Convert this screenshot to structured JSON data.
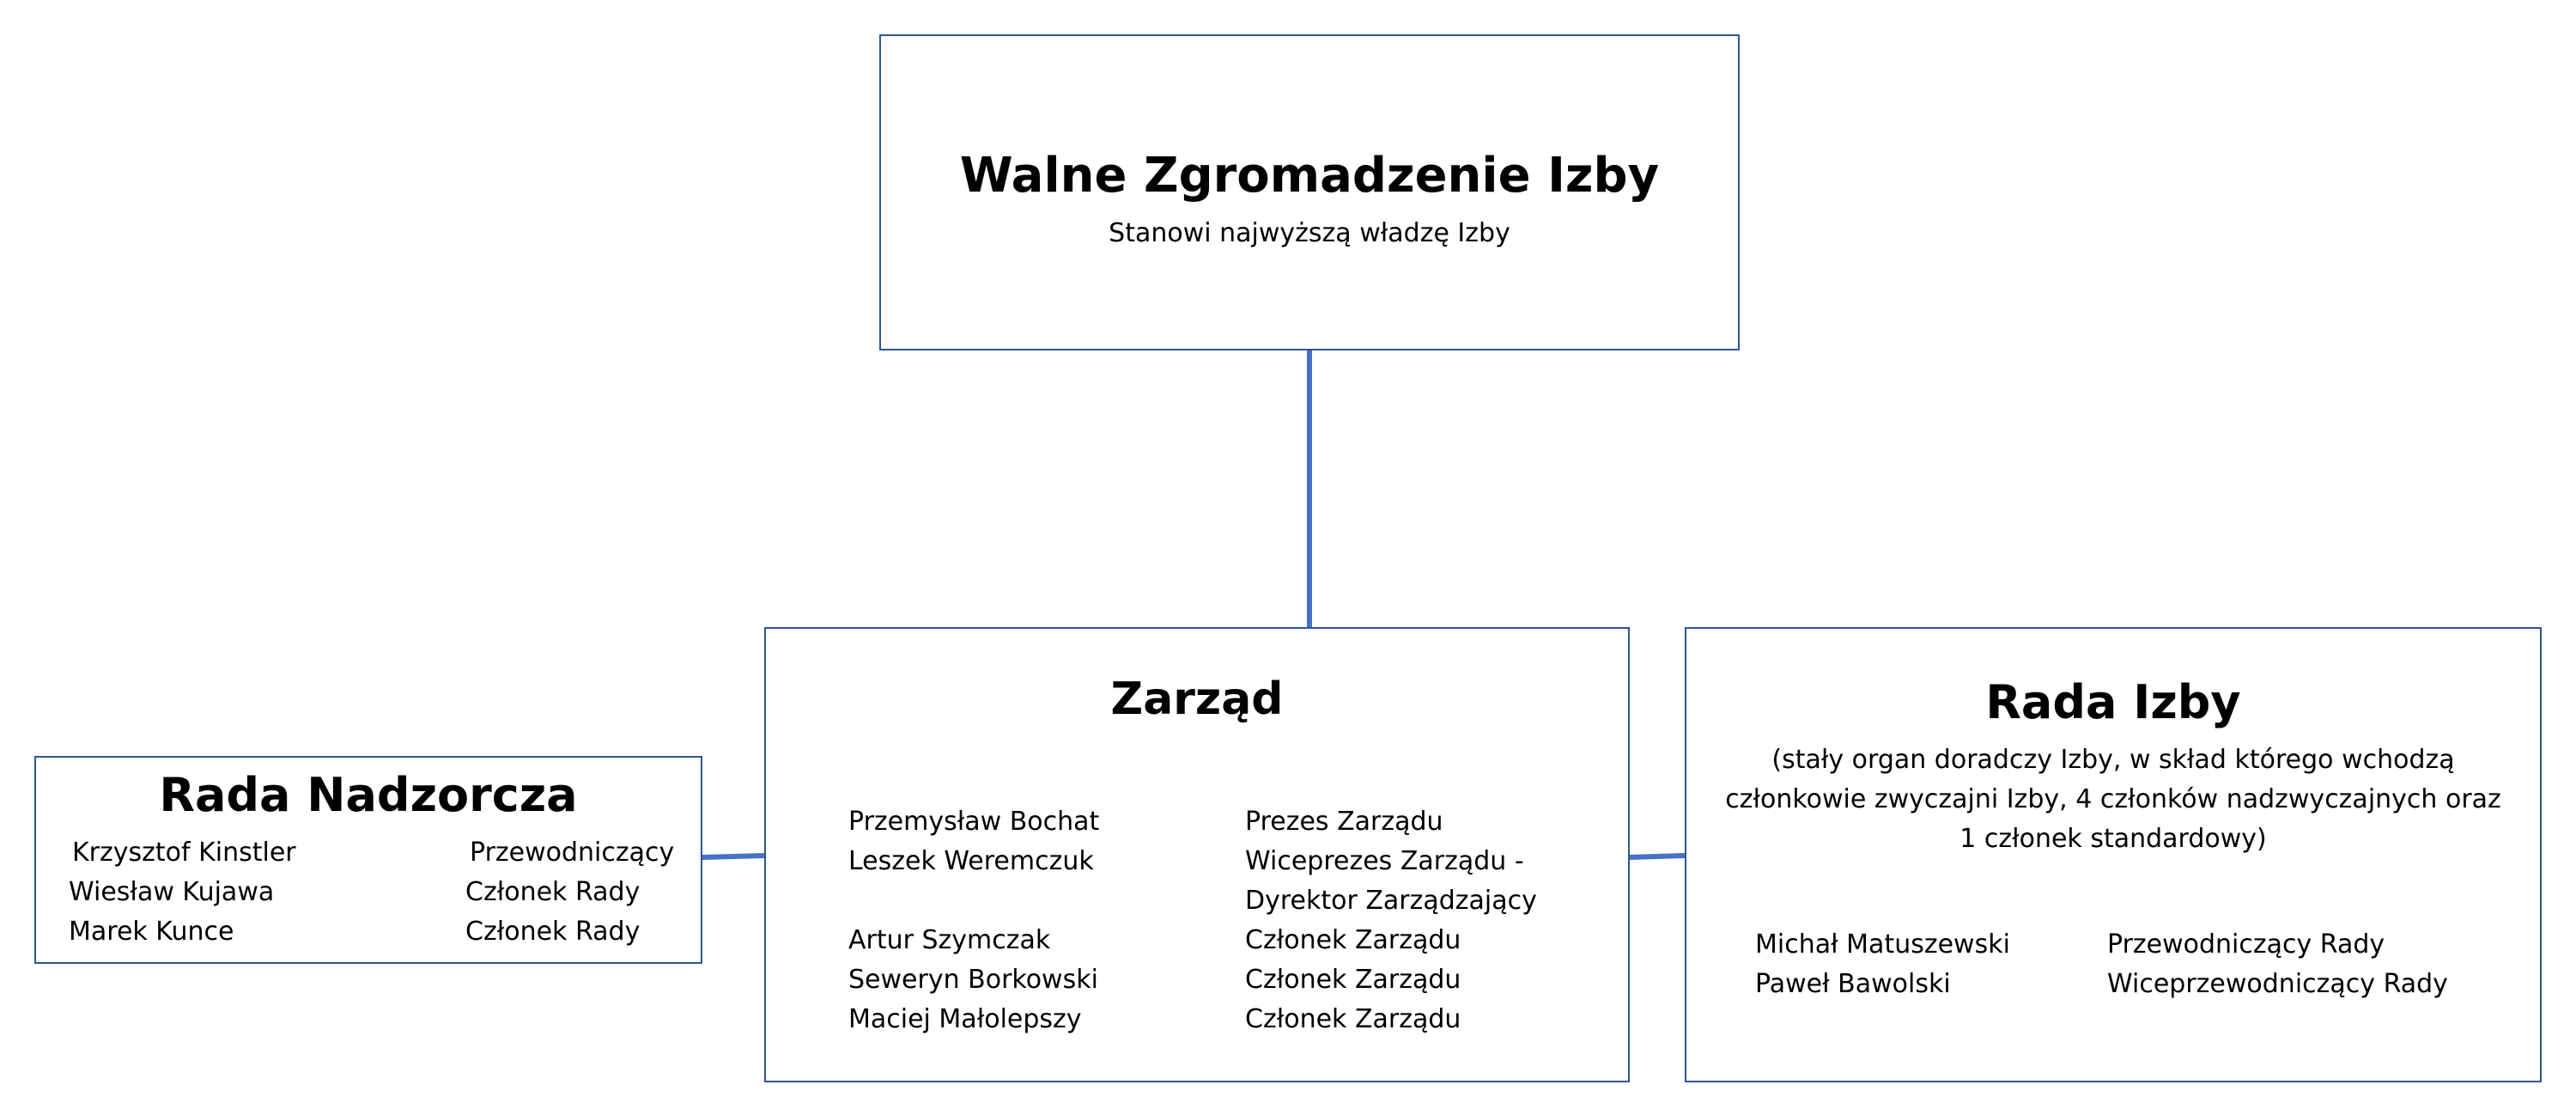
{
  "colors": {
    "border": "#2f5597",
    "connector": "#4472c4",
    "background": "#ffffff",
    "text": "#000000"
  },
  "walne_zgromadzenie": {
    "title": "Walne Zgromadzenie Izby",
    "subtitle": "Stanowi najwyższą władzę Izby"
  },
  "zarzad": {
    "title": "Zarząd",
    "members": [
      {
        "name": "Przemysław Bochat",
        "role": "Prezes Zarządu"
      },
      {
        "name": "Leszek Weremczuk",
        "role": "Wiceprezes Zarządu -"
      },
      {
        "name": "",
        "role": "Dyrektor Zarządzający"
      },
      {
        "name": "Artur  Szymczak",
        "role": "Członek Zarządu"
      },
      {
        "name": "Seweryn  Borkowski",
        "role": "Członek Zarządu"
      },
      {
        "name": "Maciej  Małolepszy",
        "role": "Członek Zarządu"
      }
    ]
  },
  "rada_nadzorcza": {
    "title": "Rada Nadzorcza",
    "members": [
      {
        "name": "Krzysztof Kinstler",
        "role": "Przewodniczący"
      },
      {
        "name": "Wiesław Kujawa",
        "role": "Członek Rady"
      },
      {
        "name": "Marek Kunce",
        "role": "Członek Rady"
      }
    ]
  },
  "rada_izby": {
    "title": "Rada Izby",
    "description_lines": [
      "(stały organ doradczy Izby, w skład którego wchodzą",
      "członkowie  zwyczajni Izby, 4 członków  nadzwyczajnych oraz",
      "1 członek standardowy)"
    ],
    "members": [
      {
        "name": "Michał Matuszewski",
        "role": "Przewodniczący Rady"
      },
      {
        "name": "Paweł Bawolski",
        "role": "Wiceprzewodniczący Rady"
      }
    ]
  }
}
